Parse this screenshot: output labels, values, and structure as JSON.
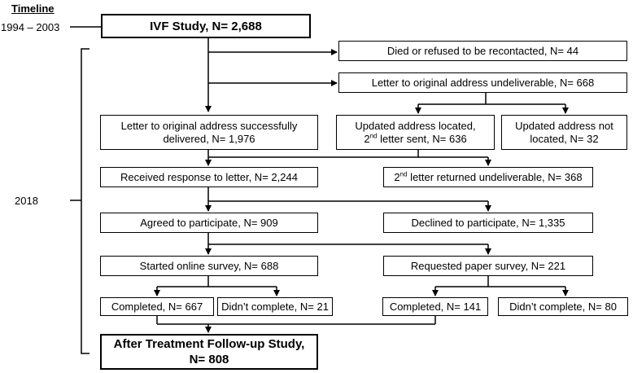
{
  "timeline": {
    "heading": "Timeline",
    "period1": "1994 – 2003",
    "period2": "2018"
  },
  "boxes": {
    "ivf": "IVF Study, N= 2,688",
    "died": "Died or refused to be recontacted, N= 44",
    "undeliverable": "Letter to original address undeliverable, N= 668",
    "delivered": "Letter to original address successfully delivered, N= 1,976",
    "updated_pre": "Updated address located,",
    "updated_num": "2",
    "updated_sup": "nd",
    "updated_post": " letter sent, N= 636",
    "not_located": "Updated address not located, N= 32",
    "received": "Received response to letter, N= 2,244",
    "returned_num": "2",
    "returned_sup": "nd",
    "returned_post": " letter returned undeliverable, N= 368",
    "agreed": "Agreed to participate, N= 909",
    "declined": "Declined to participate, N= 1,335",
    "online": "Started online survey, N= 688",
    "paper": "Requested paper survey, N= 221",
    "completed_online": "Completed, N= 667",
    "didnt_online": "Didn’t complete, N= 21",
    "completed_paper": "Completed, N= 141",
    "didnt_paper": "Didn’t complete, N= 80",
    "followup": "After Treatment Follow-up Study, N= 808"
  }
}
